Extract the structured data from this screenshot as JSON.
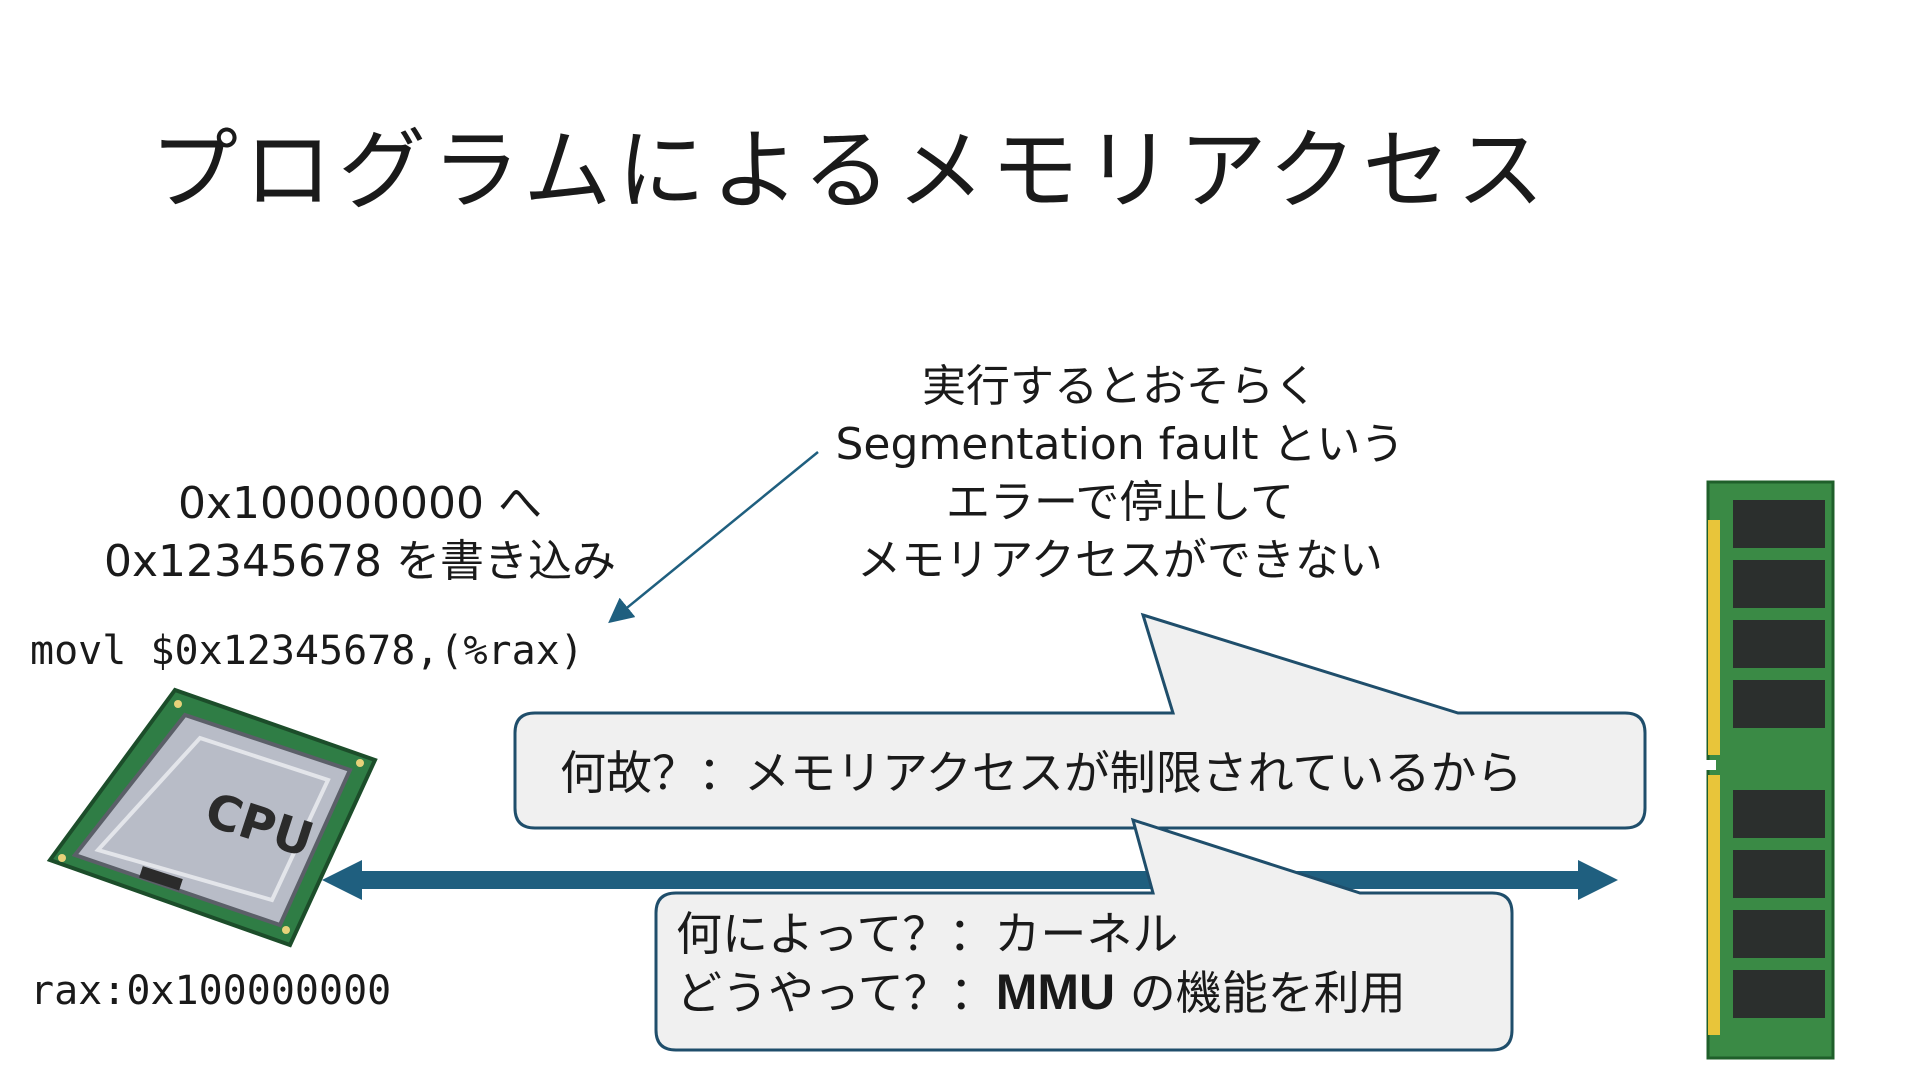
{
  "slide": {
    "title": "プログラムによるメモリアクセス"
  },
  "left_note": {
    "line1": "0x100000000 へ",
    "line2": "0x12345678 を書き込み"
  },
  "right_note": {
    "line1": "実行するとおそらく",
    "line2": "Segmentation fault という",
    "line3": "エラーで停止して",
    "line4": "メモリアクセスができない"
  },
  "instruction": "movl $0x12345678,(%rax)",
  "register": "rax:0x100000000",
  "cpu_chip": {
    "label": "CPU"
  },
  "bubble_why": {
    "text": "何故？：メモリアクセスが制限されているから"
  },
  "bubble_how": {
    "line1": "何によって？：カーネル",
    "line2_prefix": "どうやって？：",
    "line2_emph": "MMU",
    "line2_suffix": " の機能を利用"
  },
  "colors": {
    "arrow": "#1f5f7f",
    "bubble_fill": "#f0f0f0",
    "bubble_stroke": "#1f4e6b",
    "cpu_board": "#2f7d45",
    "cpu_lid": "#b8bcc7",
    "ram_board": "#3a8a45",
    "ram_chip": "#2b2f2d",
    "ram_pins": "#e8c53a"
  }
}
